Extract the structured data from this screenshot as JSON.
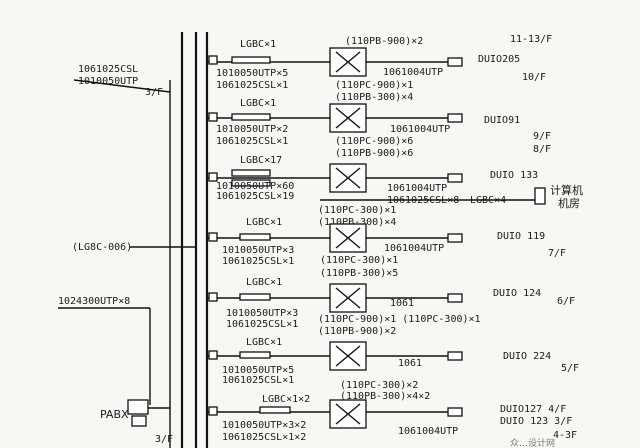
{
  "floors": [
    {
      "label": "11-13/F",
      "duio": "DUIO205",
      "floor_right": "10/F",
      "lgbc": "LGBC×1",
      "utp_text": "1010050UTP×5",
      "csl_text": "1061025CSL×1",
      "pb_top": "(110PB-900)×2",
      "pc_list": [
        "(110PC-900)×1",
        "(110PB-300)×4"
      ],
      "out_text": "1061004UTP"
    },
    {
      "label": "DUIO91",
      "floor_right": "9/F",
      "floor_right2": "8/F",
      "lgbc": "LGBC×1",
      "utp_text": "1010050UTP×2",
      "csl_text": "1061025CSL×1",
      "pc_list": [
        "(110PC-900)×6",
        "(110PB-900)×6"
      ],
      "out_text": "1061004UTP"
    },
    {
      "label": "DUIO 133",
      "lgbc": "LGBC×17",
      "utp_text": "1010050UTP×60",
      "csl_text": "1061025CSL×19",
      "out_text": "1061004UTP",
      "out_text2": "1061025CSL×8",
      "lgbc_right": "LGBC×4",
      "room": [
        "计算机",
        "机房"
      ],
      "pc_list": [
        "(110PC-300)×1",
        "(110PB-300)×4"
      ]
    },
    {
      "label": "DUIO 119",
      "floor_right": "7/F",
      "lgbc": "LGBC×1",
      "utp_text": "1010050UTP×3",
      "csl_text": "1061025CSL×1",
      "pc_list": [
        "(110PC-300)×1",
        "(110PB-300)×5"
      ],
      "out_text": "1061004UTP"
    },
    {
      "label": "DUIO 124",
      "floor_right": "6/F",
      "lgbc": "LGBC×1",
      "utp_text": "1010050UTP×3",
      "csl_text": "1061025CSL×1",
      "pc_list": [
        "(110PC-900)×1 (110PC-300)×1",
        "(110PB-900)×2"
      ],
      "out_text": "1061"
    },
    {
      "label": "DUIO 224",
      "floor_right": "5/F",
      "lgbc": "LGBC×1",
      "utp_text": "1010050UTP×5",
      "csl_text": "1061025CSL×1",
      "pc_list": [
        "(110PC-300)×2",
        "(110PB-300)×4×2"
      ],
      "out_text": "1061"
    },
    {
      "label": "DUIO127 4/F",
      "label2": "DUIO 123 3/F",
      "floor_right": "4-3F",
      "lgbc": "LGBC×1×2",
      "utp_text": "1010050UTP×3×2",
      "csl_text": "1061025CSL×1×2",
      "out_text": "1061004UTP"
    }
  ],
  "left_labels": {
    "trunk1": "1061025CSL",
    "trunk2": "1010050UTP",
    "floor_3": "3/F",
    "lg8c": "(LG8C-006)",
    "trunk3": "1024300UTP×8",
    "pabx": "PABX",
    "pabx_floor": "3/F"
  },
  "watermark": "众…设计网"
}
